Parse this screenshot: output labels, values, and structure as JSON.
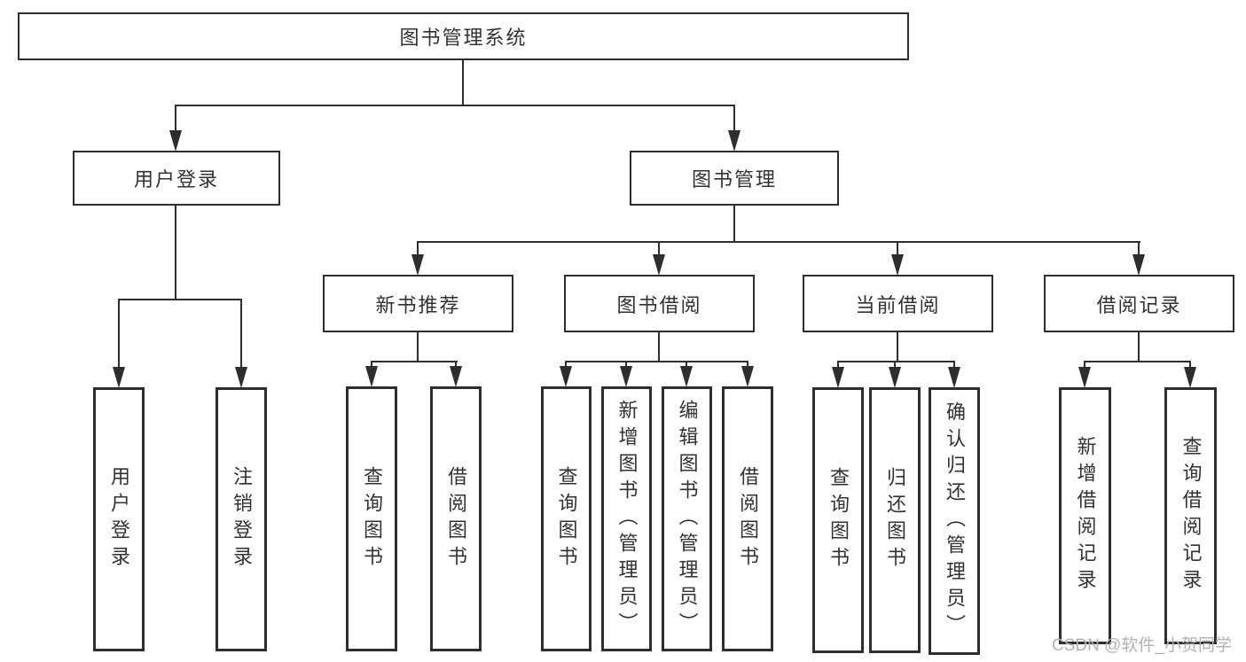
{
  "diagram": {
    "root": {
      "label": "图书管理系统"
    },
    "branches": [
      {
        "label": "用户登录",
        "children": [
          {
            "label": "用户登录"
          },
          {
            "label": "注销登录"
          }
        ]
      },
      {
        "label": "图书管理",
        "children": [
          {
            "label": "新书推荐",
            "children": [
              {
                "label": "查询图书"
              },
              {
                "label": "借阅图书"
              }
            ]
          },
          {
            "label": "图书借阅",
            "children": [
              {
                "label": "查询图书"
              },
              {
                "label": "新增图书（管理员）"
              },
              {
                "label": "编辑图书（管理员）"
              },
              {
                "label": "借阅图书"
              }
            ]
          },
          {
            "label": "当前借阅",
            "children": [
              {
                "label": "查询图书"
              },
              {
                "label": "归还图书"
              },
              {
                "label": "确认归还（管理员）"
              }
            ]
          },
          {
            "label": "借阅记录",
            "children": [
              {
                "label": "新增借阅记录"
              },
              {
                "label": "查询借阅记录"
              }
            ]
          }
        ]
      }
    ]
  },
  "watermark": {
    "text": "CSDN @软件_小贺同学"
  },
  "colors": {
    "line": "#2e2e2e",
    "text": "#323232",
    "watermark": "#b2b2b2",
    "background": "#ffffff"
  }
}
